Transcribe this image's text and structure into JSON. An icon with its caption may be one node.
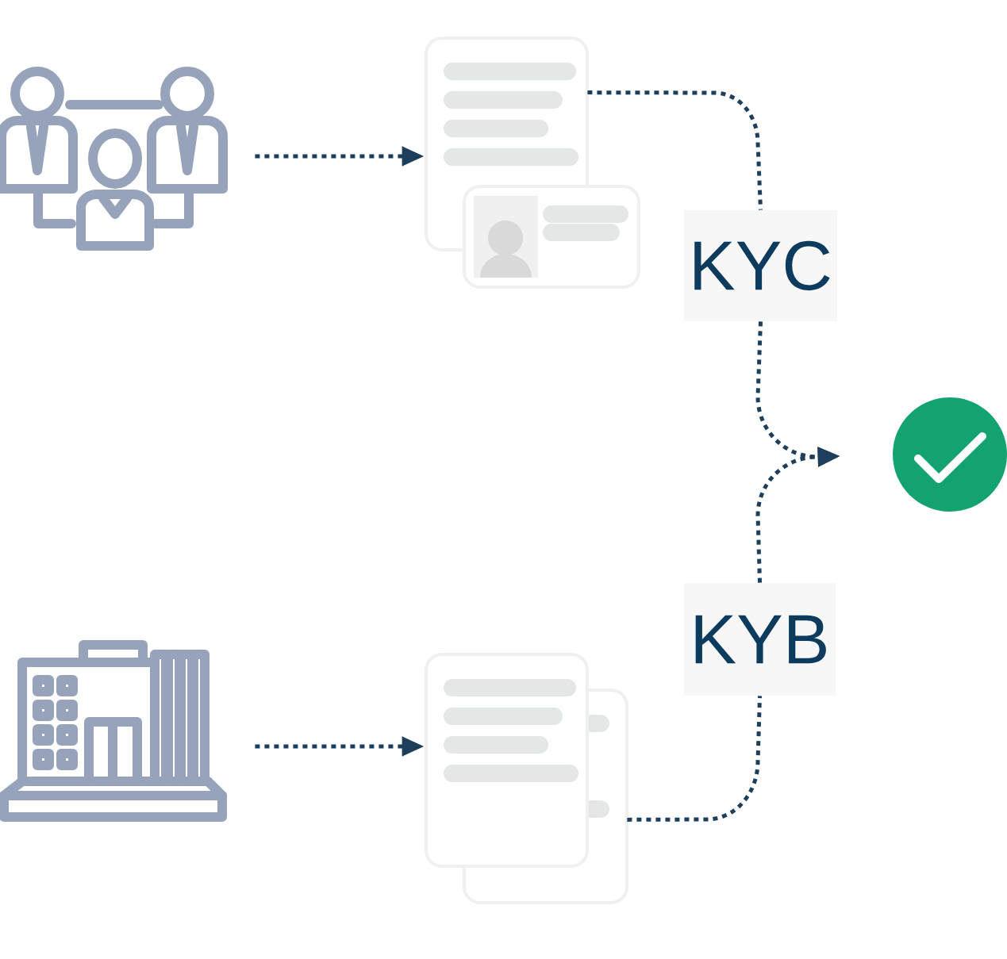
{
  "diagram": {
    "nodes": [
      {
        "text": [],
        "shape": "person"
      },
      {
        "text": [],
        "shape": "picture"
      },
      {
        "text": [
          "KYC"
        ]
      },
      {
        "text": [],
        "shape": "circle"
      },
      {
        "text": [],
        "shape": "picture"
      },
      {
        "text": [],
        "shape": "picture"
      },
      {
        "text": [
          "KYB"
        ]
      }
    ],
    "edges": [
      {
        "from": 0,
        "to": 1,
        "arrow": "to"
      },
      {
        "from": 1,
        "to": 2,
        "arrow": "none"
      },
      {
        "from": 2,
        "to": 3,
        "arrow": "to"
      },
      {
        "from": 4,
        "to": 5,
        "arrow": "to"
      },
      {
        "from": 5,
        "to": 6,
        "arrow": "none"
      },
      {
        "from": 6,
        "to": 3,
        "arrow": "to"
      }
    ]
  }
}
